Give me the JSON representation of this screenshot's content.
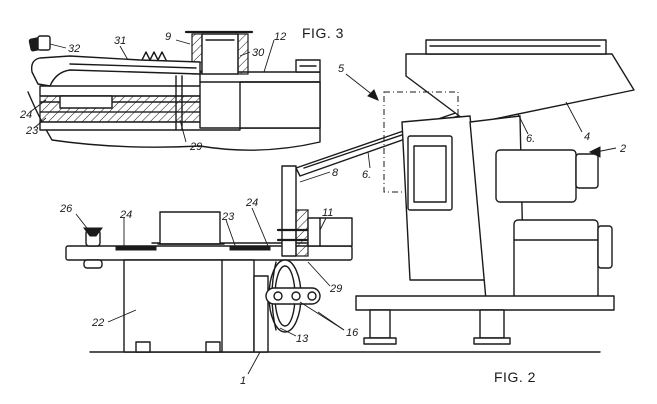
{
  "figures": {
    "fig3_title": "FIG. 3",
    "fig2_title": "FIG. 2"
  },
  "fig3_labels": {
    "l32": "32",
    "l31": "31",
    "l9": "9",
    "l30": "30",
    "l12": "12",
    "l24": "24",
    "l23": "23",
    "l29": "29"
  },
  "fig2_labels": {
    "l5": "5",
    "l4": "4",
    "l2": "2",
    "l6a": "6.",
    "l6b": "6.",
    "l8": "8",
    "l26": "26",
    "l24": "24",
    "l23": "23",
    "l24b": "24",
    "l11": "11",
    "l22": "22",
    "l29": "29",
    "l16": "16",
    "l13": "13",
    "l1": "1"
  }
}
